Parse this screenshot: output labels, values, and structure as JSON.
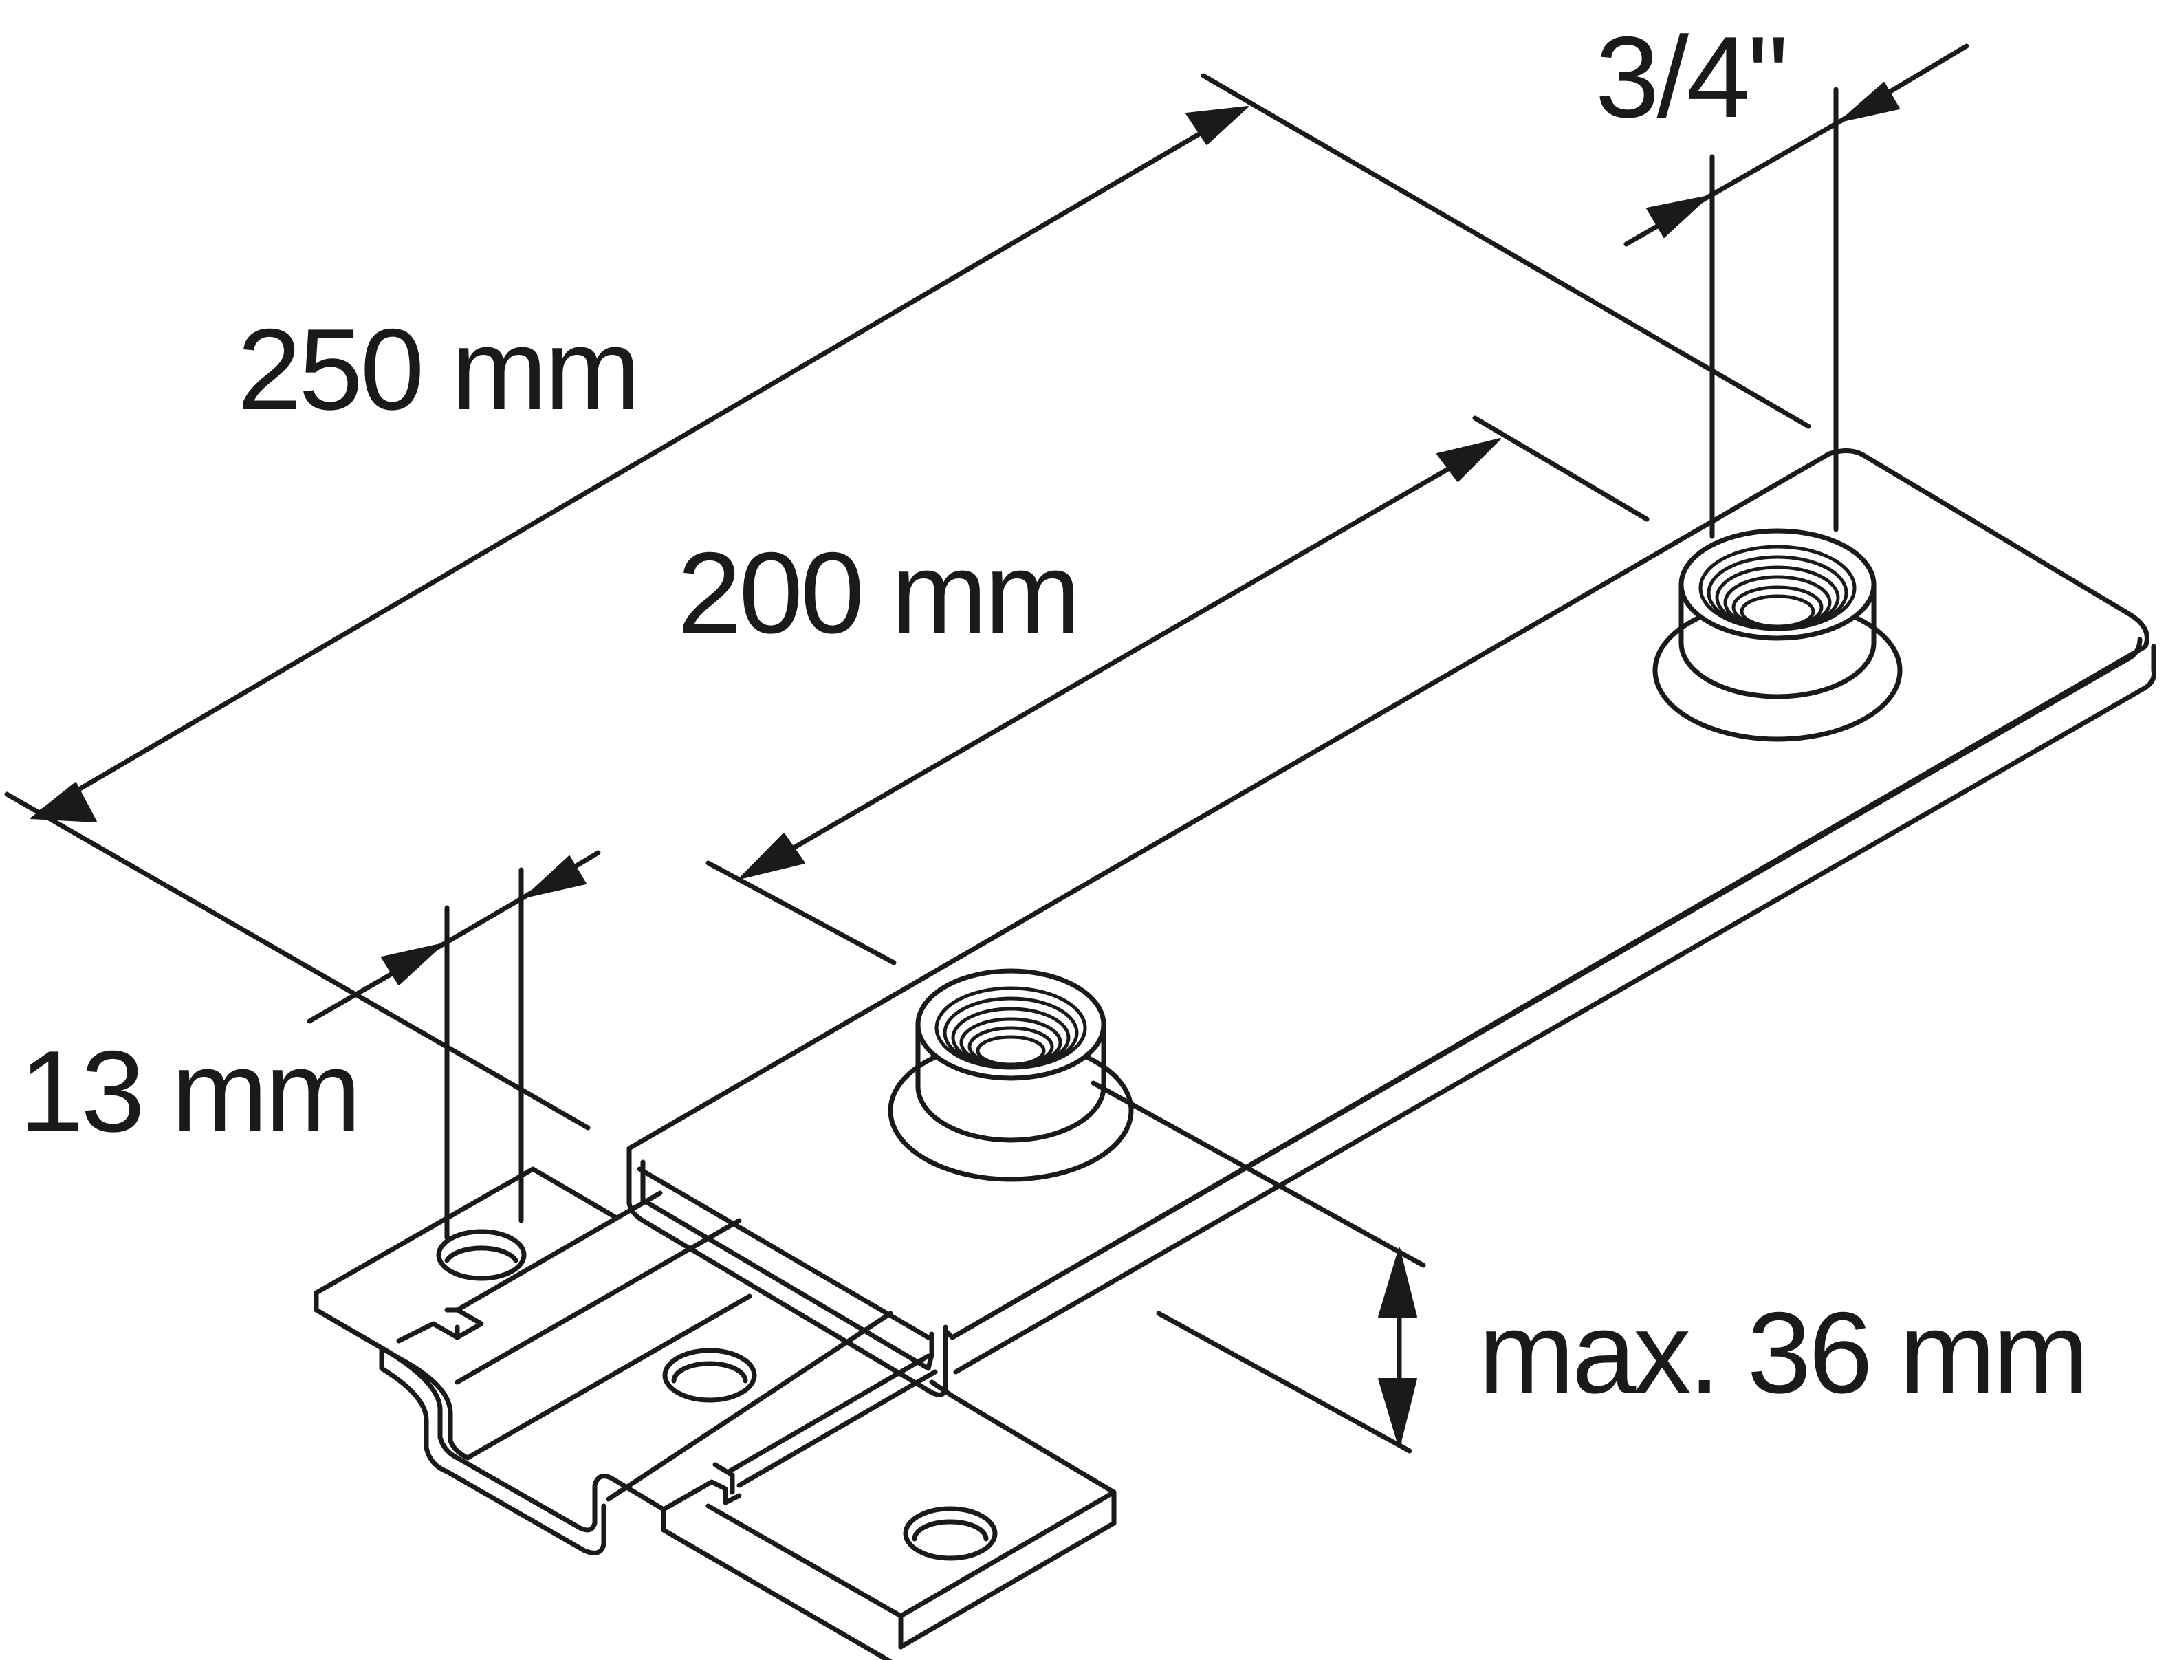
{
  "diagram": {
    "dimensions": {
      "length_overall": "250 mm",
      "hole_spacing": "200 mm",
      "thread_size": "3/4\"",
      "rail_width": "13 mm",
      "max_height": "max. 36 mm"
    },
    "colors": {
      "line": "#1a1a1a",
      "background": "#ffffff"
    }
  }
}
